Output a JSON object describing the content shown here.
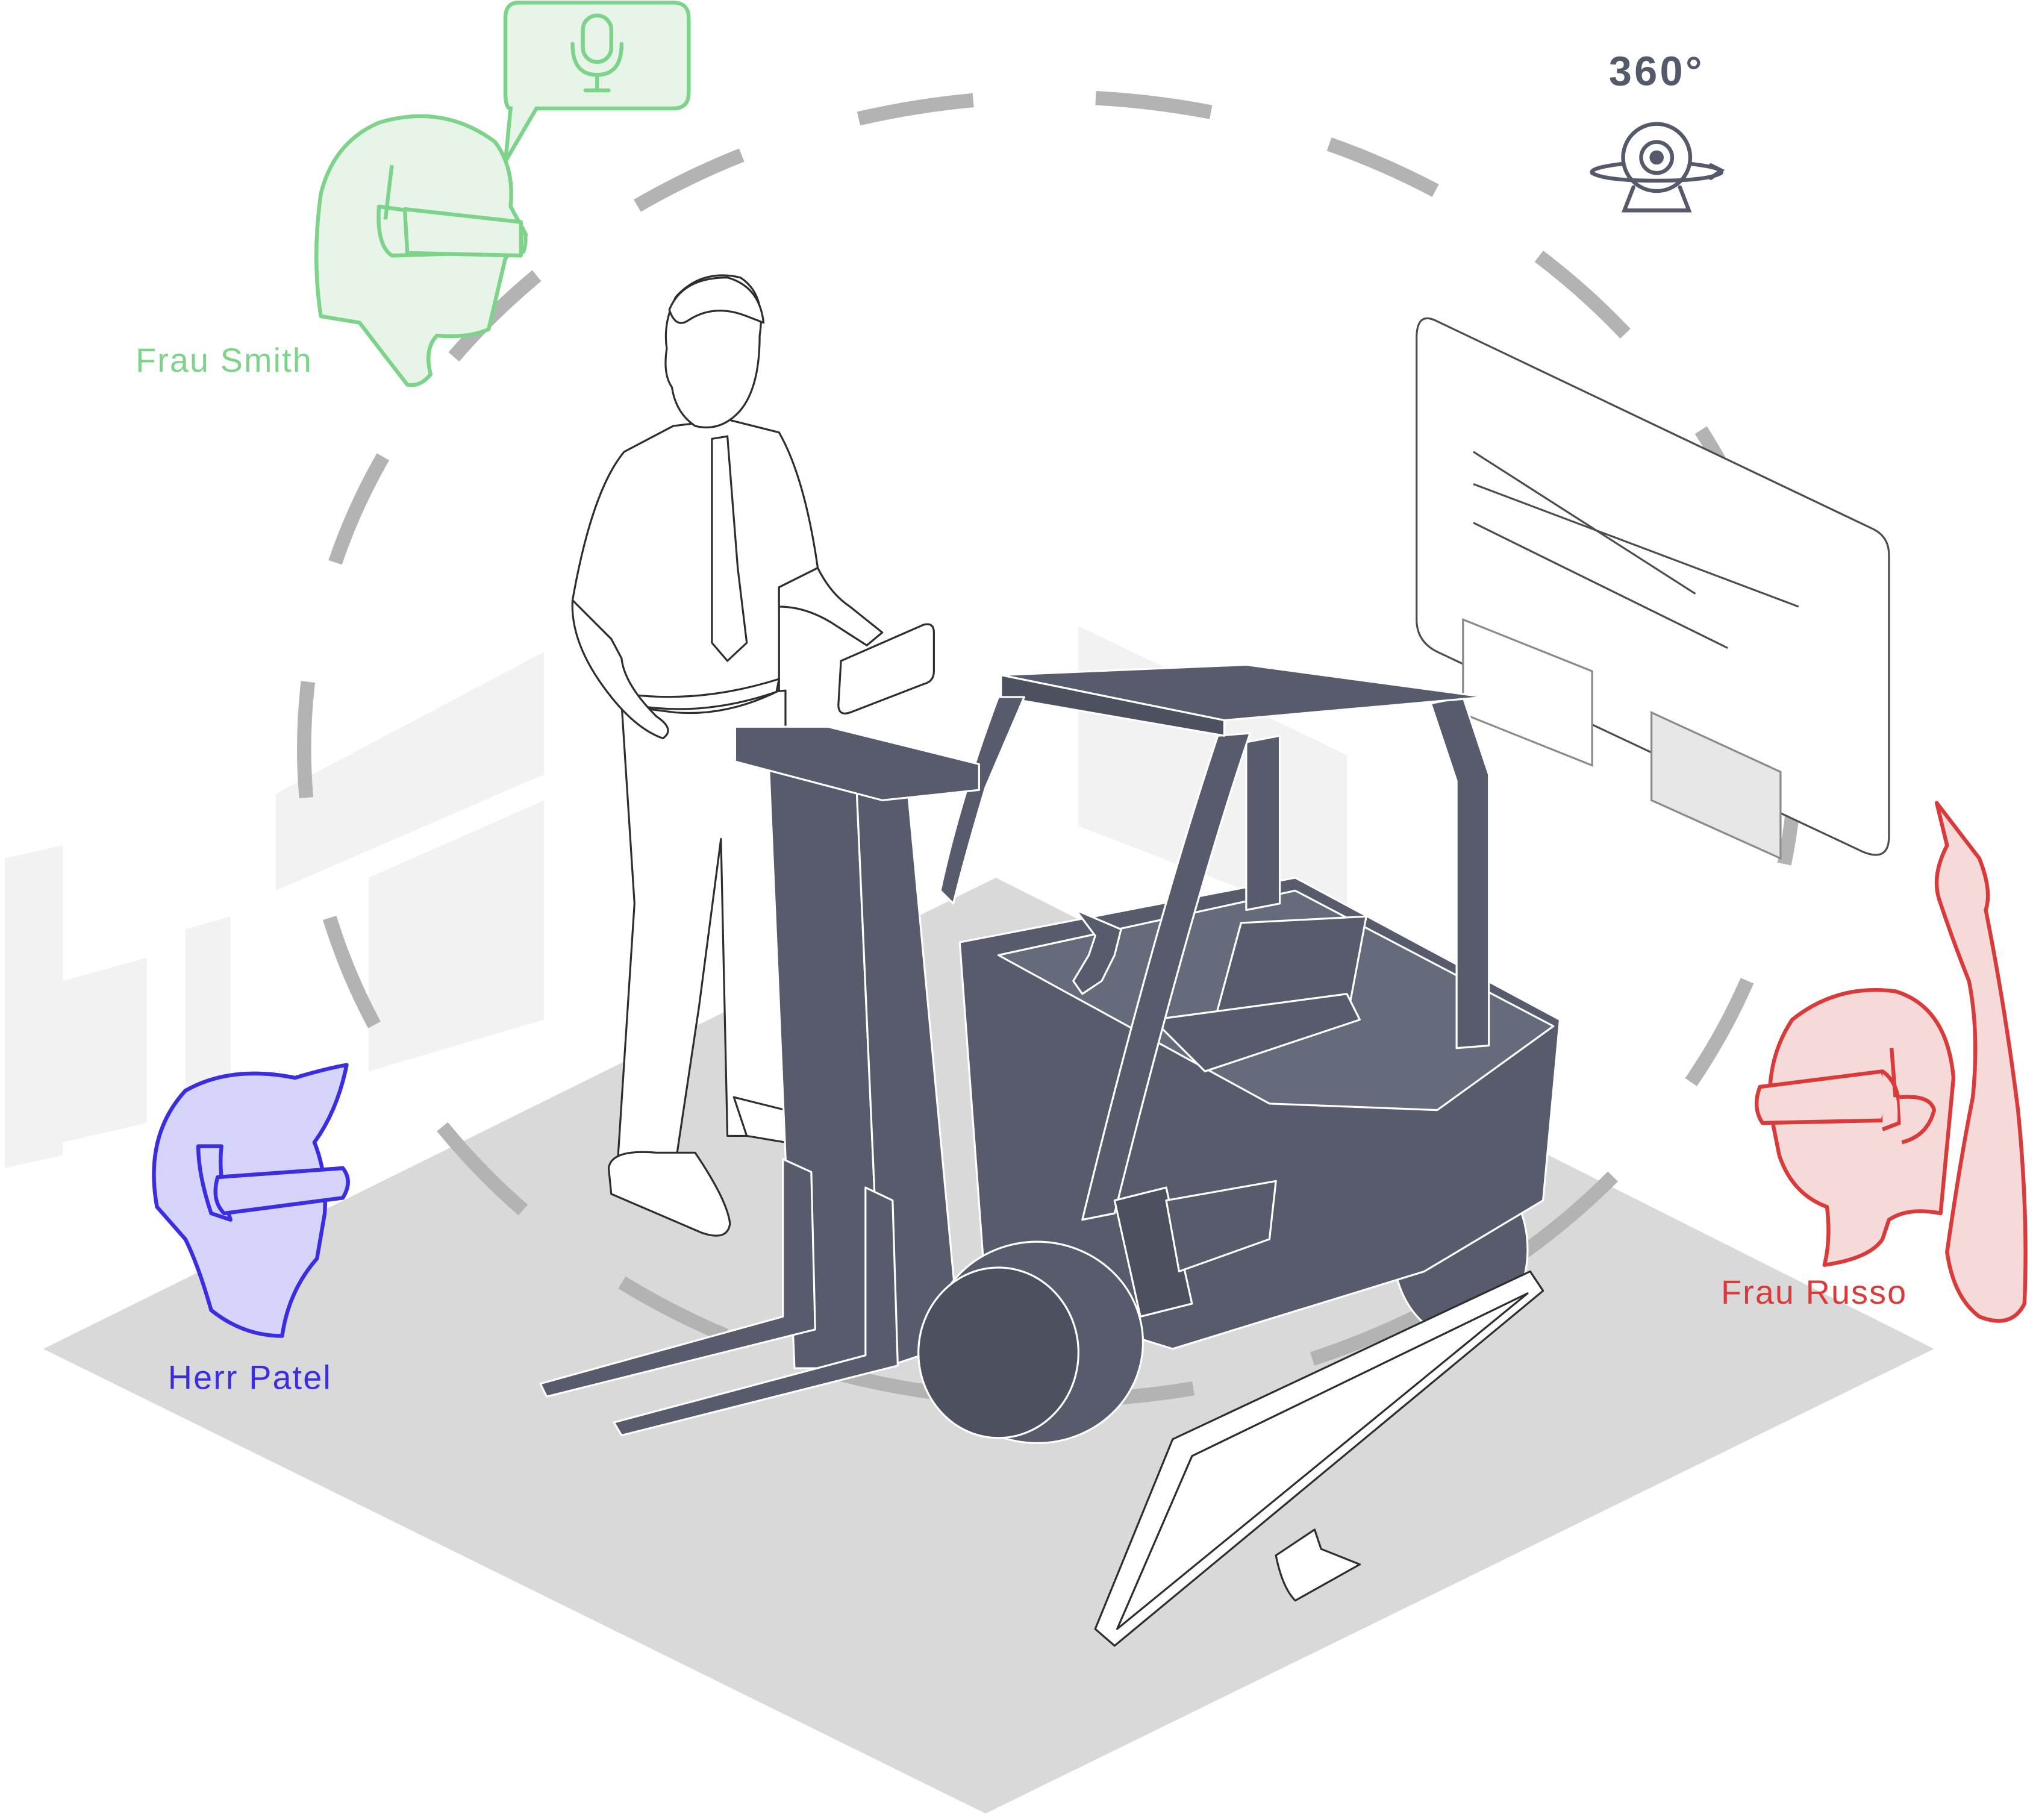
{
  "participants": [
    {
      "id": "smith",
      "name": "Frau Smith",
      "color": "#7ed38a",
      "fill": "#e6f5e8",
      "device": "microphone-icon"
    },
    {
      "id": "patel",
      "name": "Herr Patel",
      "color": "#3b2ee0",
      "fill": "#d6d4fa"
    },
    {
      "id": "russo",
      "name": "Frau Russo",
      "color": "#d93a3a",
      "fill": "#f6d9d9"
    }
  ],
  "camera": {
    "label": "360°",
    "icon": "360-camera-icon",
    "color": "#555a6a"
  },
  "colors": {
    "forklift": "#575b6b",
    "floor": "#d9d9d9",
    "dashed_ring": "#b3b3b3",
    "outline": "#2e2e2e",
    "ghost_shelves": "#f2f2f2"
  }
}
